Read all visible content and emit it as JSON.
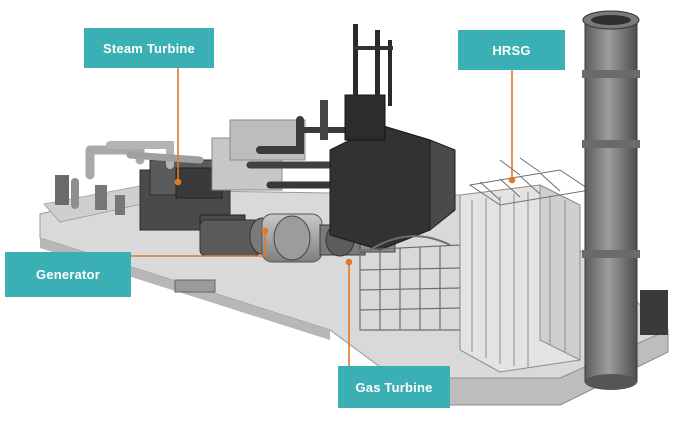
{
  "diagram": {
    "callouts": {
      "steam_turbine": "Steam Turbine",
      "hrsg": "HRSG",
      "generator": "Generator",
      "gas_turbine": "Gas Turbine"
    },
    "colors": {
      "callout_teal": "#3bb0b4",
      "leader_orange": "#e0792b",
      "equipment_dark": "#3a3a3c",
      "steel_gray": "#9a9a9a",
      "platform_gray": "#d8d8d8"
    }
  }
}
